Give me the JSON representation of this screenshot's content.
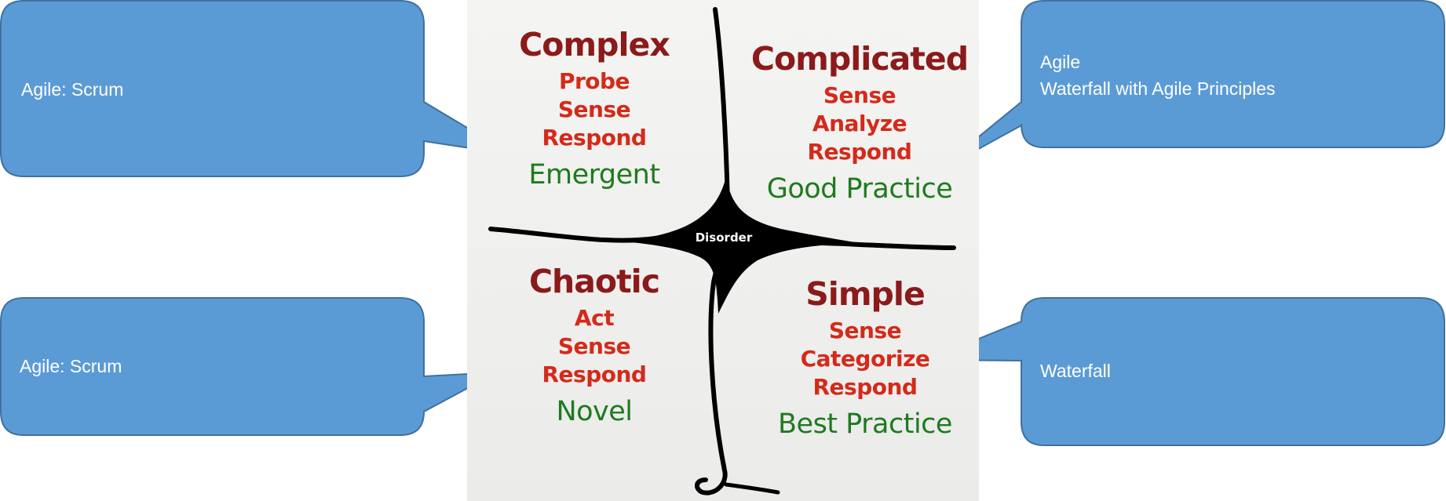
{
  "callouts": {
    "complex": {
      "lines": [
        "Agile: Scrum"
      ]
    },
    "complicated": {
      "lines": [
        "Agile",
        "Waterfall with Agile Principles"
      ]
    },
    "chaotic": {
      "lines": [
        "Agile: Scrum"
      ]
    },
    "simple": {
      "lines": [
        "Waterfall"
      ]
    }
  },
  "diagram": {
    "complex": {
      "name": "Complex",
      "steps": [
        "Probe",
        "Sense",
        "Respond"
      ],
      "practice": "Emergent"
    },
    "complicated": {
      "name": "Complicated",
      "steps": [
        "Sense",
        "Analyze",
        "Respond"
      ],
      "practice": "Good Practice"
    },
    "chaotic": {
      "name": "Chaotic",
      "steps": [
        "Act",
        "Sense",
        "Respond"
      ],
      "practice": "Novel"
    },
    "simple": {
      "name": "Simple",
      "steps": [
        "Sense",
        "Categorize",
        "Respond"
      ],
      "practice": "Best Practice"
    },
    "center": "Disorder"
  },
  "colors": {
    "callout_fill": "#5b9bd5",
    "callout_stroke": "#41719c",
    "domain_name": "#8b1a1a",
    "steps": "#d42a1a",
    "practice": "#1f7a1f",
    "lines": "#000000"
  }
}
